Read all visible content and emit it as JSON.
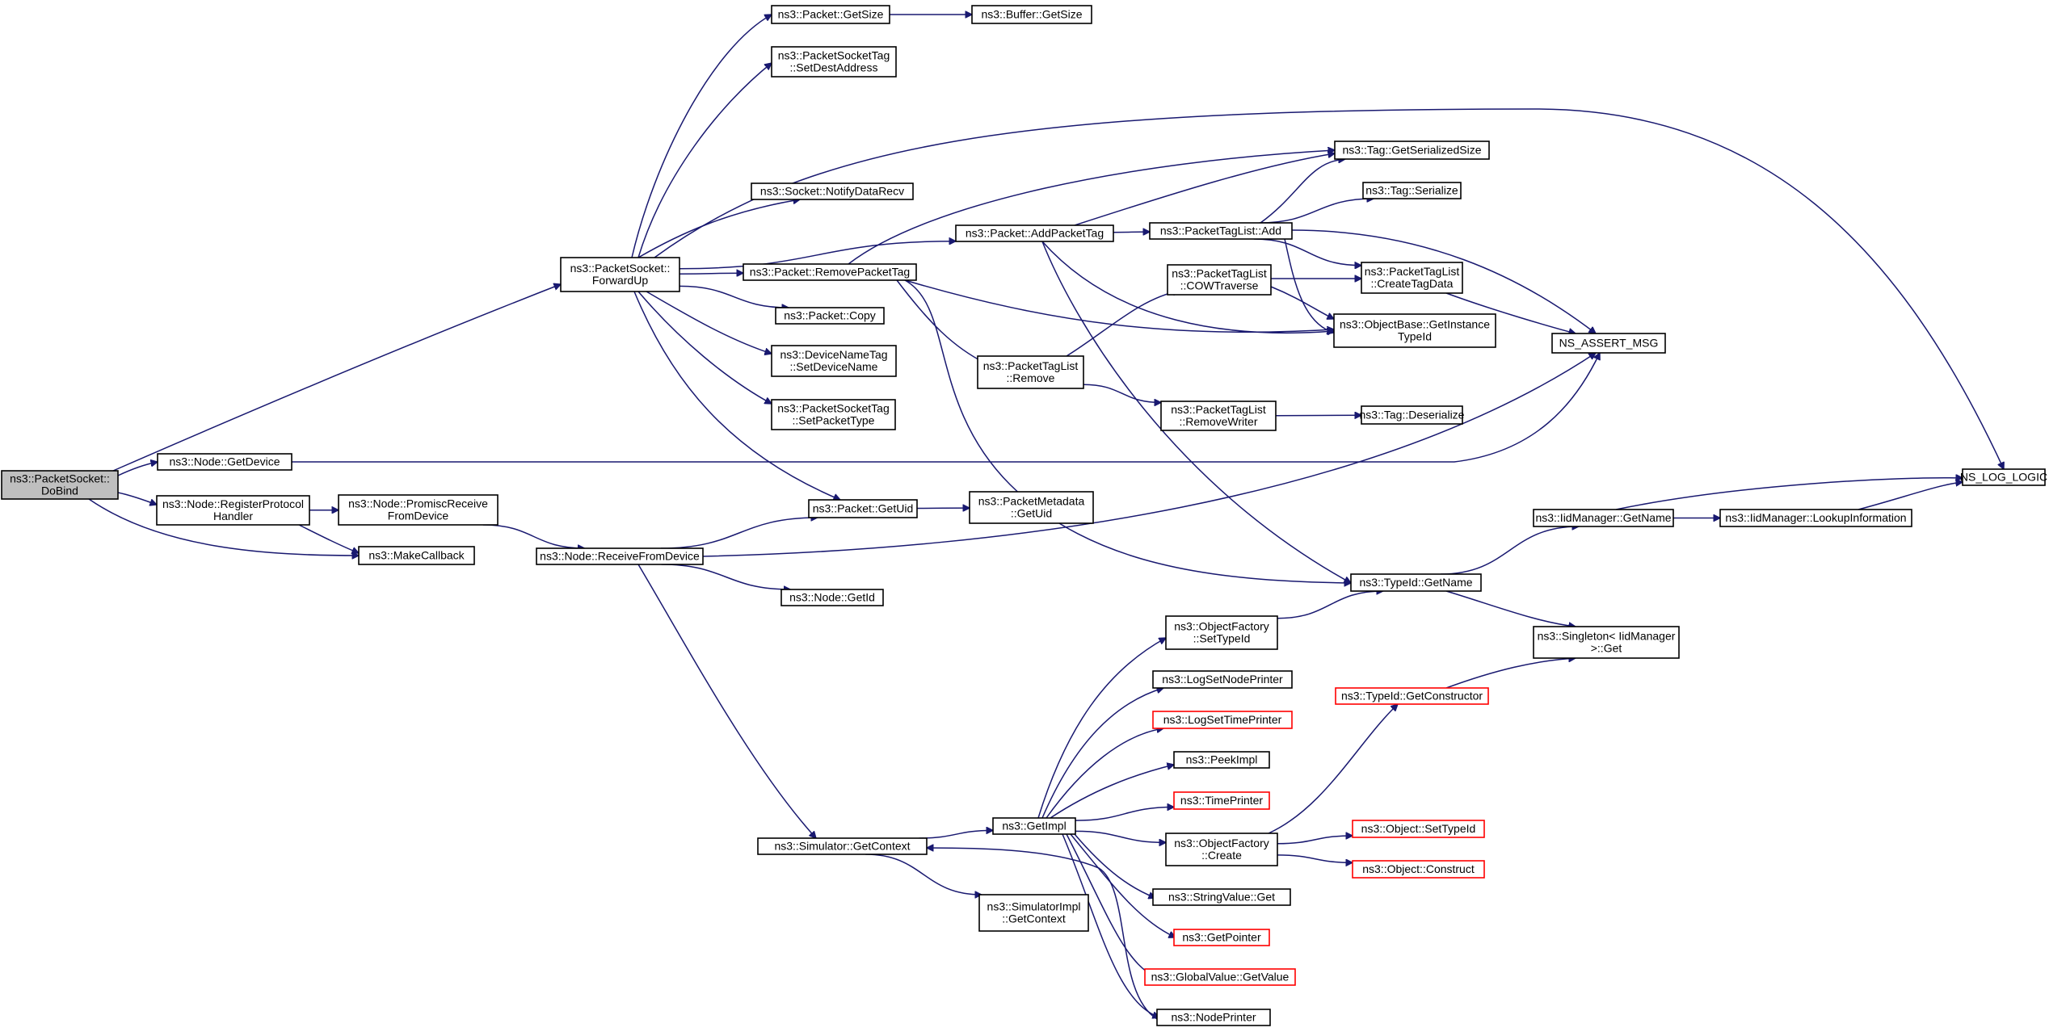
{
  "graph": {
    "nodes": [
      {
        "id": "dobind",
        "lines": [
          "ns3::PacketSocket::",
          "DoBind"
        ],
        "style": "root"
      },
      {
        "id": "forwardup",
        "lines": [
          "ns3::PacketSocket::",
          "ForwardUp"
        ],
        "style": "normal"
      },
      {
        "id": "getdevice",
        "lines": [
          "ns3::Node::GetDevice"
        ],
        "style": "normal"
      },
      {
        "id": "regproto",
        "lines": [
          "ns3::Node::RegisterProtocol",
          "Handler"
        ],
        "style": "normal"
      },
      {
        "id": "makecallback",
        "lines": [
          "ns3::MakeCallback"
        ],
        "style": "normal"
      },
      {
        "id": "promisc",
        "lines": [
          "ns3::Node::PromiscReceive",
          "FromDevice"
        ],
        "style": "normal"
      },
      {
        "id": "recvfromdev",
        "lines": [
          "ns3::Node::ReceiveFromDevice"
        ],
        "style": "normal"
      },
      {
        "id": "pkt_getsize",
        "lines": [
          "ns3::Packet::GetSize"
        ],
        "style": "normal"
      },
      {
        "id": "buf_getsize",
        "lines": [
          "ns3::Buffer::GetSize"
        ],
        "style": "normal"
      },
      {
        "id": "setdest",
        "lines": [
          "ns3::PacketSocketTag",
          "::SetDestAddress"
        ],
        "style": "normal"
      },
      {
        "id": "notifyrecv",
        "lines": [
          "ns3::Socket::NotifyDataRecv"
        ],
        "style": "normal"
      },
      {
        "id": "addtag",
        "lines": [
          "ns3::Packet::AddPacketTag"
        ],
        "style": "normal"
      },
      {
        "id": "removetag",
        "lines": [
          "ns3::Packet::RemovePacketTag"
        ],
        "style": "normal"
      },
      {
        "id": "pkt_copy",
        "lines": [
          "ns3::Packet::Copy"
        ],
        "style": "normal"
      },
      {
        "id": "setdevname",
        "lines": [
          "ns3::DeviceNameTag",
          "::SetDeviceName"
        ],
        "style": "normal"
      },
      {
        "id": "setpkttype",
        "lines": [
          "ns3::PacketSocketTag",
          "::SetPacketType"
        ],
        "style": "normal"
      },
      {
        "id": "getuid",
        "lines": [
          "ns3::Packet::GetUid"
        ],
        "style": "normal"
      },
      {
        "id": "meta_getuid",
        "lines": [
          "ns3::PacketMetadata",
          "::GetUid"
        ],
        "style": "normal"
      },
      {
        "id": "node_getid",
        "lines": [
          "ns3::Node::GetId"
        ],
        "style": "normal"
      },
      {
        "id": "getcontext",
        "lines": [
          "ns3::Simulator::GetContext"
        ],
        "style": "normal"
      },
      {
        "id": "simimpl_ctx",
        "lines": [
          "ns3::SimulatorImpl",
          "::GetContext"
        ],
        "style": "normal"
      },
      {
        "id": "getimpl",
        "lines": [
          "ns3::GetImpl"
        ],
        "style": "normal"
      },
      {
        "id": "tag_serialsize",
        "lines": [
          "ns3::Tag::GetSerializedSize"
        ],
        "style": "normal"
      },
      {
        "id": "tag_serialize",
        "lines": [
          "ns3::Tag::Serialize"
        ],
        "style": "normal"
      },
      {
        "id": "ptl_add",
        "lines": [
          "ns3::PacketTagList::Add"
        ],
        "style": "normal"
      },
      {
        "id": "ptl_createtag",
        "lines": [
          "ns3::PacketTagList",
          "::CreateTagData"
        ],
        "style": "normal"
      },
      {
        "id": "ptl_cow",
        "lines": [
          "ns3::PacketTagList",
          "::COWTraverse"
        ],
        "style": "normal"
      },
      {
        "id": "objbase_tid",
        "lines": [
          "ns3::ObjectBase::GetInstance",
          "TypeId"
        ],
        "style": "normal"
      },
      {
        "id": "ptl_remove",
        "lines": [
          "ns3::PacketTagList",
          "::Remove"
        ],
        "style": "normal"
      },
      {
        "id": "ptl_removewriter",
        "lines": [
          "ns3::PacketTagList",
          "::RemoveWriter"
        ],
        "style": "normal"
      },
      {
        "id": "tag_deser",
        "lines": [
          "ns3::Tag::Deserialize"
        ],
        "style": "normal"
      },
      {
        "id": "assert_msg",
        "lines": [
          "NS_ASSERT_MSG"
        ],
        "style": "normal"
      },
      {
        "id": "log_logic",
        "lines": [
          "NS_LOG_LOGIC"
        ],
        "style": "normal"
      },
      {
        "id": "iid_getname",
        "lines": [
          "ns3::IidManager::GetName"
        ],
        "style": "normal"
      },
      {
        "id": "iid_lookup",
        "lines": [
          "ns3::IidManager::LookupInformation"
        ],
        "style": "normal"
      },
      {
        "id": "typeid_getname",
        "lines": [
          "ns3::TypeId::GetName"
        ],
        "style": "normal"
      },
      {
        "id": "singleton_get",
        "lines": [
          "ns3::Singleton< IidManager",
          " >::Get"
        ],
        "style": "normal"
      },
      {
        "id": "typeid_getctor",
        "lines": [
          "ns3::TypeId::GetConstructor"
        ],
        "style": "truncated"
      },
      {
        "id": "objfac_settid",
        "lines": [
          "ns3::ObjectFactory",
          "::SetTypeId"
        ],
        "style": "normal"
      },
      {
        "id": "logsetnode",
        "lines": [
          "ns3::LogSetNodePrinter"
        ],
        "style": "normal"
      },
      {
        "id": "logsettime",
        "lines": [
          "ns3::LogSetTimePrinter"
        ],
        "style": "truncated"
      },
      {
        "id": "peekimpl",
        "lines": [
          "ns3::PeekImpl"
        ],
        "style": "normal"
      },
      {
        "id": "timeprinter",
        "lines": [
          "ns3::TimePrinter"
        ],
        "style": "truncated"
      },
      {
        "id": "objfac_create",
        "lines": [
          "ns3::ObjectFactory",
          "::Create"
        ],
        "style": "normal"
      },
      {
        "id": "obj_settid",
        "lines": [
          "ns3::Object::SetTypeId"
        ],
        "style": "truncated"
      },
      {
        "id": "obj_construct",
        "lines": [
          "ns3::Object::Construct"
        ],
        "style": "truncated"
      },
      {
        "id": "strval_get",
        "lines": [
          "ns3::StringValue::Get"
        ],
        "style": "normal"
      },
      {
        "id": "getpointer",
        "lines": [
          "ns3::GetPointer"
        ],
        "style": "truncated"
      },
      {
        "id": "gv_getvalue",
        "lines": [
          "ns3::GlobalValue::GetValue"
        ],
        "style": "truncated"
      },
      {
        "id": "nodeprinter",
        "lines": [
          "ns3::NodePrinter"
        ],
        "style": "normal"
      }
    ],
    "edges": [
      {
        "from": "dobind",
        "to": "forwardup"
      },
      {
        "from": "dobind",
        "to": "getdevice"
      },
      {
        "from": "dobind",
        "to": "regproto"
      },
      {
        "from": "dobind",
        "to": "makecallback"
      },
      {
        "from": "regproto",
        "to": "promisc"
      },
      {
        "from": "regproto",
        "to": "makecallback"
      },
      {
        "from": "promisc",
        "to": "recvfromdev"
      },
      {
        "from": "getdevice",
        "to": "assert_msg"
      },
      {
        "from": "forwardup",
        "to": "pkt_getsize"
      },
      {
        "from": "forwardup",
        "to": "setdest"
      },
      {
        "from": "forwardup",
        "to": "notifyrecv"
      },
      {
        "from": "forwardup",
        "to": "addtag"
      },
      {
        "from": "forwardup",
        "to": "removetag"
      },
      {
        "from": "forwardup",
        "to": "pkt_copy"
      },
      {
        "from": "forwardup",
        "to": "setdevname"
      },
      {
        "from": "forwardup",
        "to": "setpkttype"
      },
      {
        "from": "forwardup",
        "to": "getuid"
      },
      {
        "from": "forwardup",
        "to": "log_logic"
      },
      {
        "from": "pkt_getsize",
        "to": "buf_getsize"
      },
      {
        "from": "addtag",
        "to": "tag_serialsize"
      },
      {
        "from": "addtag",
        "to": "ptl_add"
      },
      {
        "from": "addtag",
        "to": "objbase_tid"
      },
      {
        "from": "addtag",
        "to": "typeid_getname"
      },
      {
        "from": "removetag",
        "to": "tag_serialsize"
      },
      {
        "from": "removetag",
        "to": "objbase_tid"
      },
      {
        "from": "removetag",
        "to": "ptl_remove"
      },
      {
        "from": "removetag",
        "to": "typeid_getname"
      },
      {
        "from": "ptl_add",
        "to": "tag_serialsize"
      },
      {
        "from": "ptl_add",
        "to": "tag_serialize"
      },
      {
        "from": "ptl_add",
        "to": "ptl_createtag"
      },
      {
        "from": "ptl_add",
        "to": "objbase_tid"
      },
      {
        "from": "ptl_add",
        "to": "assert_msg"
      },
      {
        "from": "ptl_remove",
        "to": "ptl_cow"
      },
      {
        "from": "ptl_remove",
        "to": "ptl_removewriter"
      },
      {
        "from": "ptl_cow",
        "to": "ptl_createtag"
      },
      {
        "from": "ptl_cow",
        "to": "objbase_tid"
      },
      {
        "from": "ptl_createtag",
        "to": "assert_msg"
      },
      {
        "from": "ptl_removewriter",
        "to": "tag_deser"
      },
      {
        "from": "getuid",
        "to": "meta_getuid"
      },
      {
        "from": "recvfromdev",
        "to": "getuid"
      },
      {
        "from": "recvfromdev",
        "to": "node_getid"
      },
      {
        "from": "recvfromdev",
        "to": "getcontext"
      },
      {
        "from": "recvfromdev",
        "to": "assert_msg"
      },
      {
        "from": "getcontext",
        "to": "getimpl"
      },
      {
        "from": "getcontext",
        "to": "simimpl_ctx"
      },
      {
        "from": "getimpl",
        "to": "objfac_settid"
      },
      {
        "from": "getimpl",
        "to": "logsetnode"
      },
      {
        "from": "getimpl",
        "to": "logsettime"
      },
      {
        "from": "getimpl",
        "to": "peekimpl"
      },
      {
        "from": "getimpl",
        "to": "timeprinter"
      },
      {
        "from": "getimpl",
        "to": "objfac_create"
      },
      {
        "from": "getimpl",
        "to": "strval_get"
      },
      {
        "from": "getimpl",
        "to": "getpointer"
      },
      {
        "from": "getimpl",
        "to": "gv_getvalue"
      },
      {
        "from": "getimpl",
        "to": "nodeprinter"
      },
      {
        "from": "nodeprinter",
        "to": "getcontext"
      },
      {
        "from": "objfac_settid",
        "to": "typeid_getname"
      },
      {
        "from": "objfac_create",
        "to": "typeid_getctor"
      },
      {
        "from": "objfac_create",
        "to": "obj_settid"
      },
      {
        "from": "objfac_create",
        "to": "obj_construct"
      },
      {
        "from": "typeid_getctor",
        "to": "singleton_get"
      },
      {
        "from": "typeid_getname",
        "to": "iid_getname"
      },
      {
        "from": "typeid_getname",
        "to": "singleton_get"
      },
      {
        "from": "iid_getname",
        "to": "iid_lookup"
      },
      {
        "from": "iid_getname",
        "to": "log_logic"
      },
      {
        "from": "iid_lookup",
        "to": "log_logic"
      }
    ]
  },
  "colors": {
    "edge": "#191970",
    "node_border": "#000000",
    "truncated_border": "#ff0000",
    "root_fill": "#bfbfbf",
    "node_fill": "#ffffff"
  }
}
